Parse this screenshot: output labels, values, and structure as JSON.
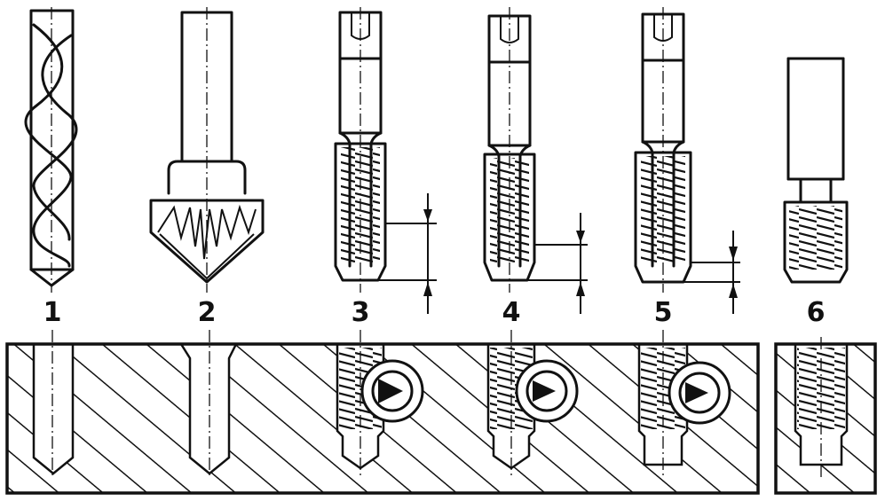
{
  "figure": {
    "labels": [
      "1",
      "2",
      "3",
      "4",
      "5",
      "6"
    ]
  },
  "colors": {
    "ink": "#111111",
    "paper": "#ffffff"
  }
}
